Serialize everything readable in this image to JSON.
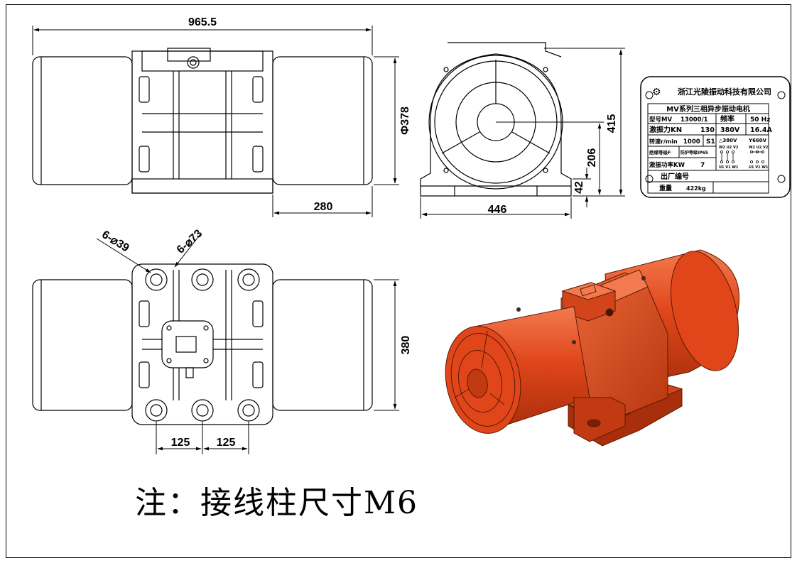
{
  "dimensions": {
    "overall_length": "965.5",
    "diameter": "Φ378",
    "height_total": "415",
    "center_height": "206",
    "base_thickness": "42",
    "half_length": "280",
    "base_width": "446",
    "bolt_holes_small": "6-⌀39",
    "bolt_holes_large": "6-⌀73",
    "base_depth": "380",
    "hole_pitch_1": "125",
    "hole_pitch_2": "125"
  },
  "nameplate": {
    "company": "浙江光陵振动科技有限公司",
    "series": "MV系列三相异步振动电机",
    "model_label": "型号MV",
    "model_value": "13000/1",
    "freq_label": "频率",
    "freq_value": "50 Hz",
    "force_label": "激振力KN",
    "force_value": "130",
    "voltage": "380V",
    "current": "16.4A",
    "speed_label": "转速r/min",
    "speed_value": "1000",
    "duty": "S1",
    "delta_label": "△380V",
    "star_label": "Y660V",
    "insulation_label": "绝缘等级F",
    "protection_label": "防护等级IP65",
    "power_label": "激振功率KW",
    "power_value": "7",
    "terminals_top": "W2 U2 V2",
    "terminals_bottom": "U1 V1 W1",
    "serial_label": "出厂编号",
    "weight_label": "重量",
    "weight_value": "422kg"
  },
  "note": "注：接线柱尺寸M6",
  "colors": {
    "motor_body": "#e0461a",
    "motor_shadow": "#a92e0c",
    "motor_highlight": "#f27a4e",
    "line": "#000000"
  }
}
